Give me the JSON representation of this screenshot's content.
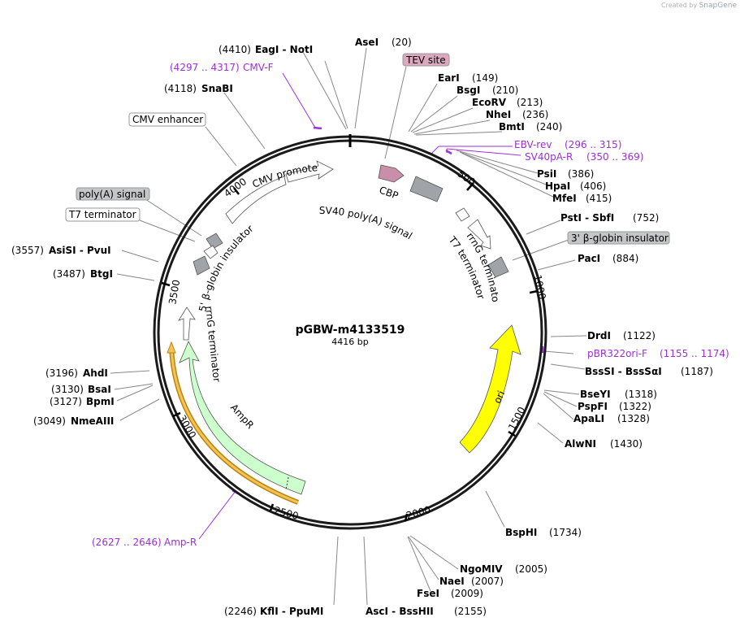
{
  "credit": {
    "prefix": "Created by",
    "brand": "SnapGene"
  },
  "plasmid": {
    "name": "pGBW-m4133519",
    "length_label": "4416 bp",
    "length": 4416
  },
  "colors": {
    "primer": "#9b30d9",
    "backbone": "#1a1a1a",
    "ori": "#ffff00",
    "ampr": "#ccffcc",
    "amp_arc": "#f5a623",
    "gray": "#a0a4a8",
    "tev": "#c98fa8"
  },
  "ticks": [
    "500",
    "1000",
    "1500",
    "2000",
    "2500",
    "3000",
    "3500",
    "4000"
  ],
  "enzymes": [
    {
      "name": "AseI",
      "pos": "(20)"
    },
    {
      "name": "EarI",
      "pos": "(149)"
    },
    {
      "name": "BsgI",
      "pos": "(210)"
    },
    {
      "name": "EcoRV",
      "pos": "(213)"
    },
    {
      "name": "NheI",
      "pos": "(236)"
    },
    {
      "name": "BmtI",
      "pos": "(240)"
    },
    {
      "name": "PsiI",
      "pos": "(386)"
    },
    {
      "name": "HpaI",
      "pos": "(406)"
    },
    {
      "name": "MfeI",
      "pos": "(415)"
    },
    {
      "name": "PstI  -  SbfI",
      "pos": "(752)"
    },
    {
      "name": "PacI",
      "pos": "(884)"
    },
    {
      "name": "DrdI",
      "pos": "(1122)"
    },
    {
      "name": "BssSI  -  BssSαI",
      "pos": "(1187)"
    },
    {
      "name": "BseYI",
      "pos": "(1318)"
    },
    {
      "name": "PspFI",
      "pos": "(1322)"
    },
    {
      "name": "ApaLI",
      "pos": "(1328)"
    },
    {
      "name": "AlwNI",
      "pos": "(1430)"
    },
    {
      "name": "BspHI",
      "pos": "(1734)"
    },
    {
      "name": "NgoMIV",
      "pos": "(2005)"
    },
    {
      "name": "NaeI",
      "pos": "(2007)"
    },
    {
      "name": "FseI",
      "pos": "(2009)"
    },
    {
      "name": "AscI  -  BssHII",
      "pos": "(2155)"
    },
    {
      "name": "KflI  -  PpuMI",
      "pos": "(2246)"
    },
    {
      "name": "NmeAIII",
      "pos": "(3049)"
    },
    {
      "name": "BpmI",
      "pos": "(3127)"
    },
    {
      "name": "BsaI",
      "pos": "(3130)"
    },
    {
      "name": "AhdI",
      "pos": "(3196)"
    },
    {
      "name": "BtgI",
      "pos": "(3487)"
    },
    {
      "name": "AsiSI  -  PvuI",
      "pos": "(3557)"
    },
    {
      "name": "SnaBI",
      "pos": "(4118)"
    },
    {
      "name": "EagI  -  NotI",
      "pos": "(4410)"
    }
  ],
  "primers": [
    {
      "name": "EBV-rev",
      "range": "(296 .. 315)"
    },
    {
      "name": "SV40pA-R",
      "range": "(350 .. 369)"
    },
    {
      "name": "pBR322ori-F",
      "range": "(1155 .. 1174)"
    },
    {
      "name": "Amp-R",
      "range": "(2627 .. 2646)"
    },
    {
      "name": "CMV-F",
      "range": "(4297 .. 4317)"
    }
  ],
  "callouts": [
    "TEV site",
    "3' β-globin insulator",
    "CMV enhancer",
    "poly(A) signal",
    "T7 terminator"
  ],
  "features": {
    "cbp": "CBP",
    "sv40": "SV40 poly(A) signal",
    "rrng_t1": "rrnG terminator",
    "t7_t1": "T7 terminator",
    "ori": "ori",
    "ampr": "AmpR",
    "rrng_t2": "rrnG terminator",
    "cmv_promoter": "CMV promoter",
    "beta5": "5' β-globin insulator"
  }
}
